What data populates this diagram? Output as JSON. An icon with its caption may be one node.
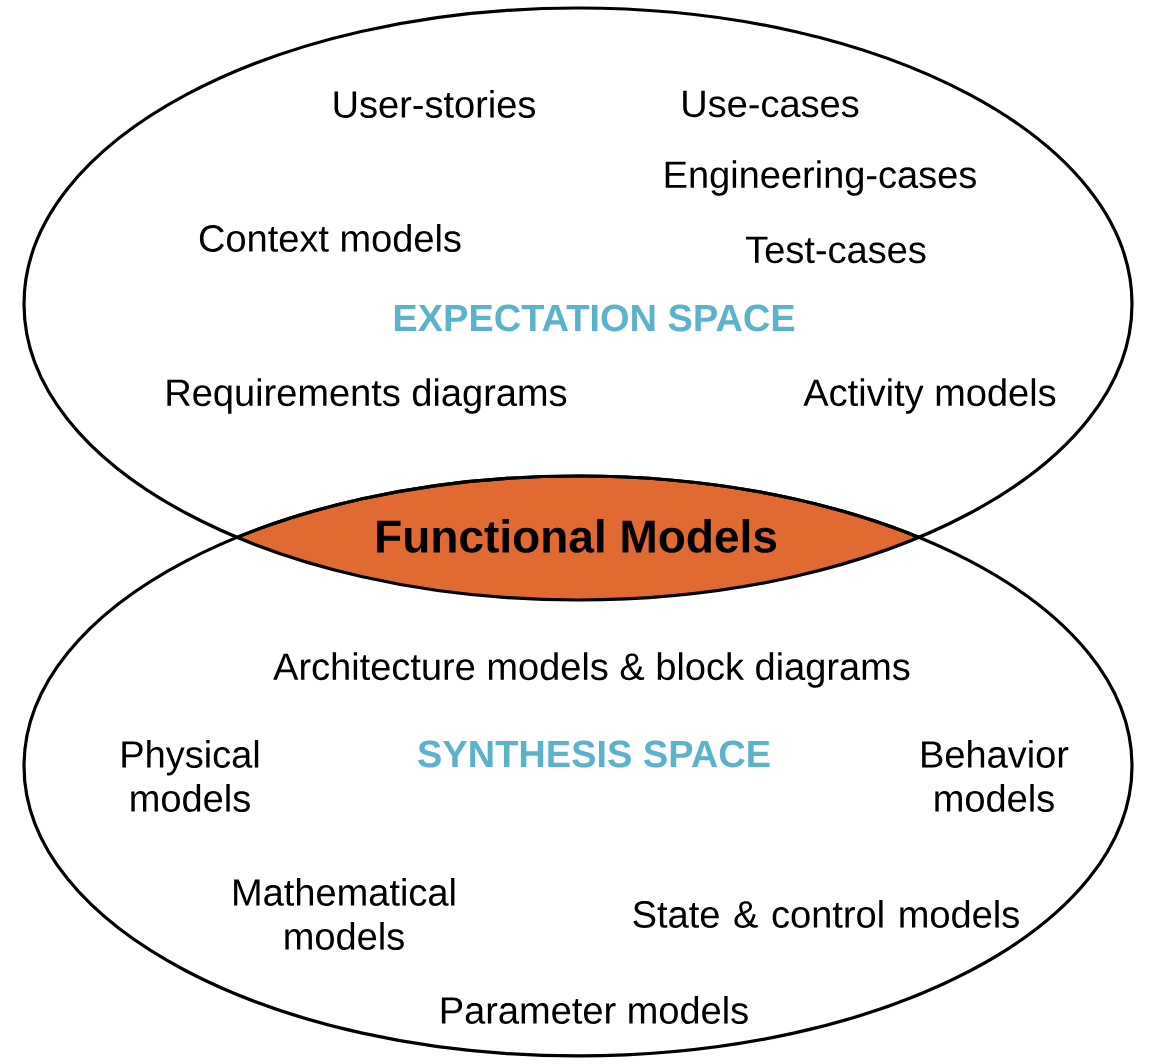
{
  "diagram": {
    "nodes": [
      {
        "text": [
          "User-stories",
          "Use-cases",
          "Engineering-cases",
          "Context models",
          "Test-cases",
          "EXPECTATION SPACE",
          "Requirements diagrams",
          "Activity models"
        ]
      },
      {
        "text": [
          "Architecture models & block diagrams",
          "Physical models",
          "SYNTHESIS SPACE",
          "Behavior models",
          "Mathematical models",
          "State & control models",
          "Parameter models"
        ]
      },
      {
        "text": [
          "Functional Models"
        ]
      }
    ]
  }
}
